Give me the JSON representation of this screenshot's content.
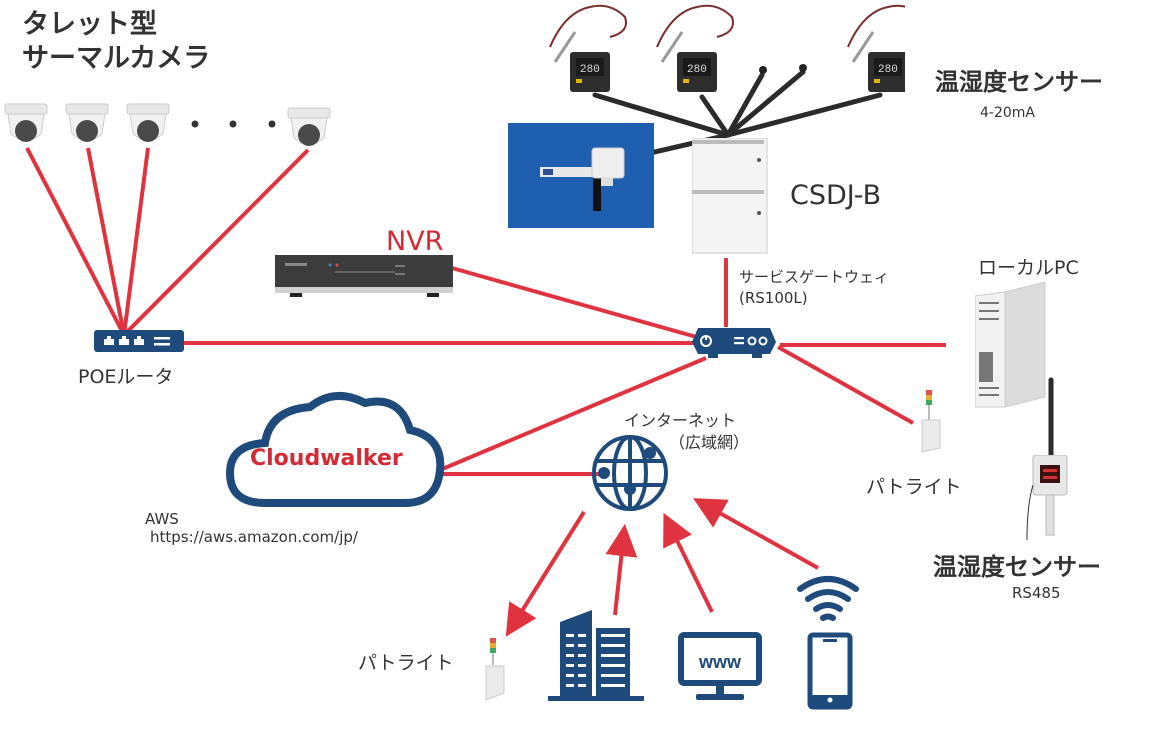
{
  "colors": {
    "wire_red": "#e03340",
    "wire_black": "#2b2b2b",
    "navy": "#1e4a7c",
    "accent_red": "#d42a35",
    "sensor_panel_blue": "#1f5fb0"
  },
  "cameras": {
    "title_line1": "タレット型",
    "title_line2": "サーマルカメラ",
    "count_shown": 4,
    "ellipsis": "・・・"
  },
  "temp_sensors_4_20": {
    "title": "温湿度センサー",
    "subtitle": "4-20mA",
    "controller_display": "280"
  },
  "csdj": {
    "label": "CSDJ-B"
  },
  "nvr": {
    "label": "NVR"
  },
  "gateway": {
    "label_line1": "サービスゲートウェィ",
    "label_line2": "(RS100L)"
  },
  "poe_router": {
    "label": "POEルータ"
  },
  "local_pc": {
    "label": "ローカルPC"
  },
  "patlite_right": {
    "label": "パトライト"
  },
  "patlite_bottom": {
    "label": "パトライト"
  },
  "temp_sensor_rs485": {
    "title": "温湿度センサー",
    "subtitle": "RS485"
  },
  "cloud": {
    "label": "Cloudwalker",
    "provider": "AWS",
    "url": "https://aws.amazon.com/jp/"
  },
  "internet": {
    "label_line1": "インターネット",
    "label_line2": "（広域網）"
  },
  "clients": [
    {
      "name": "office-building",
      "icon": "building-icon"
    },
    {
      "name": "web-pc",
      "icon": "monitor-icon",
      "screen_text": "www"
    },
    {
      "name": "smartphone",
      "icon": "smartphone-icon"
    }
  ]
}
